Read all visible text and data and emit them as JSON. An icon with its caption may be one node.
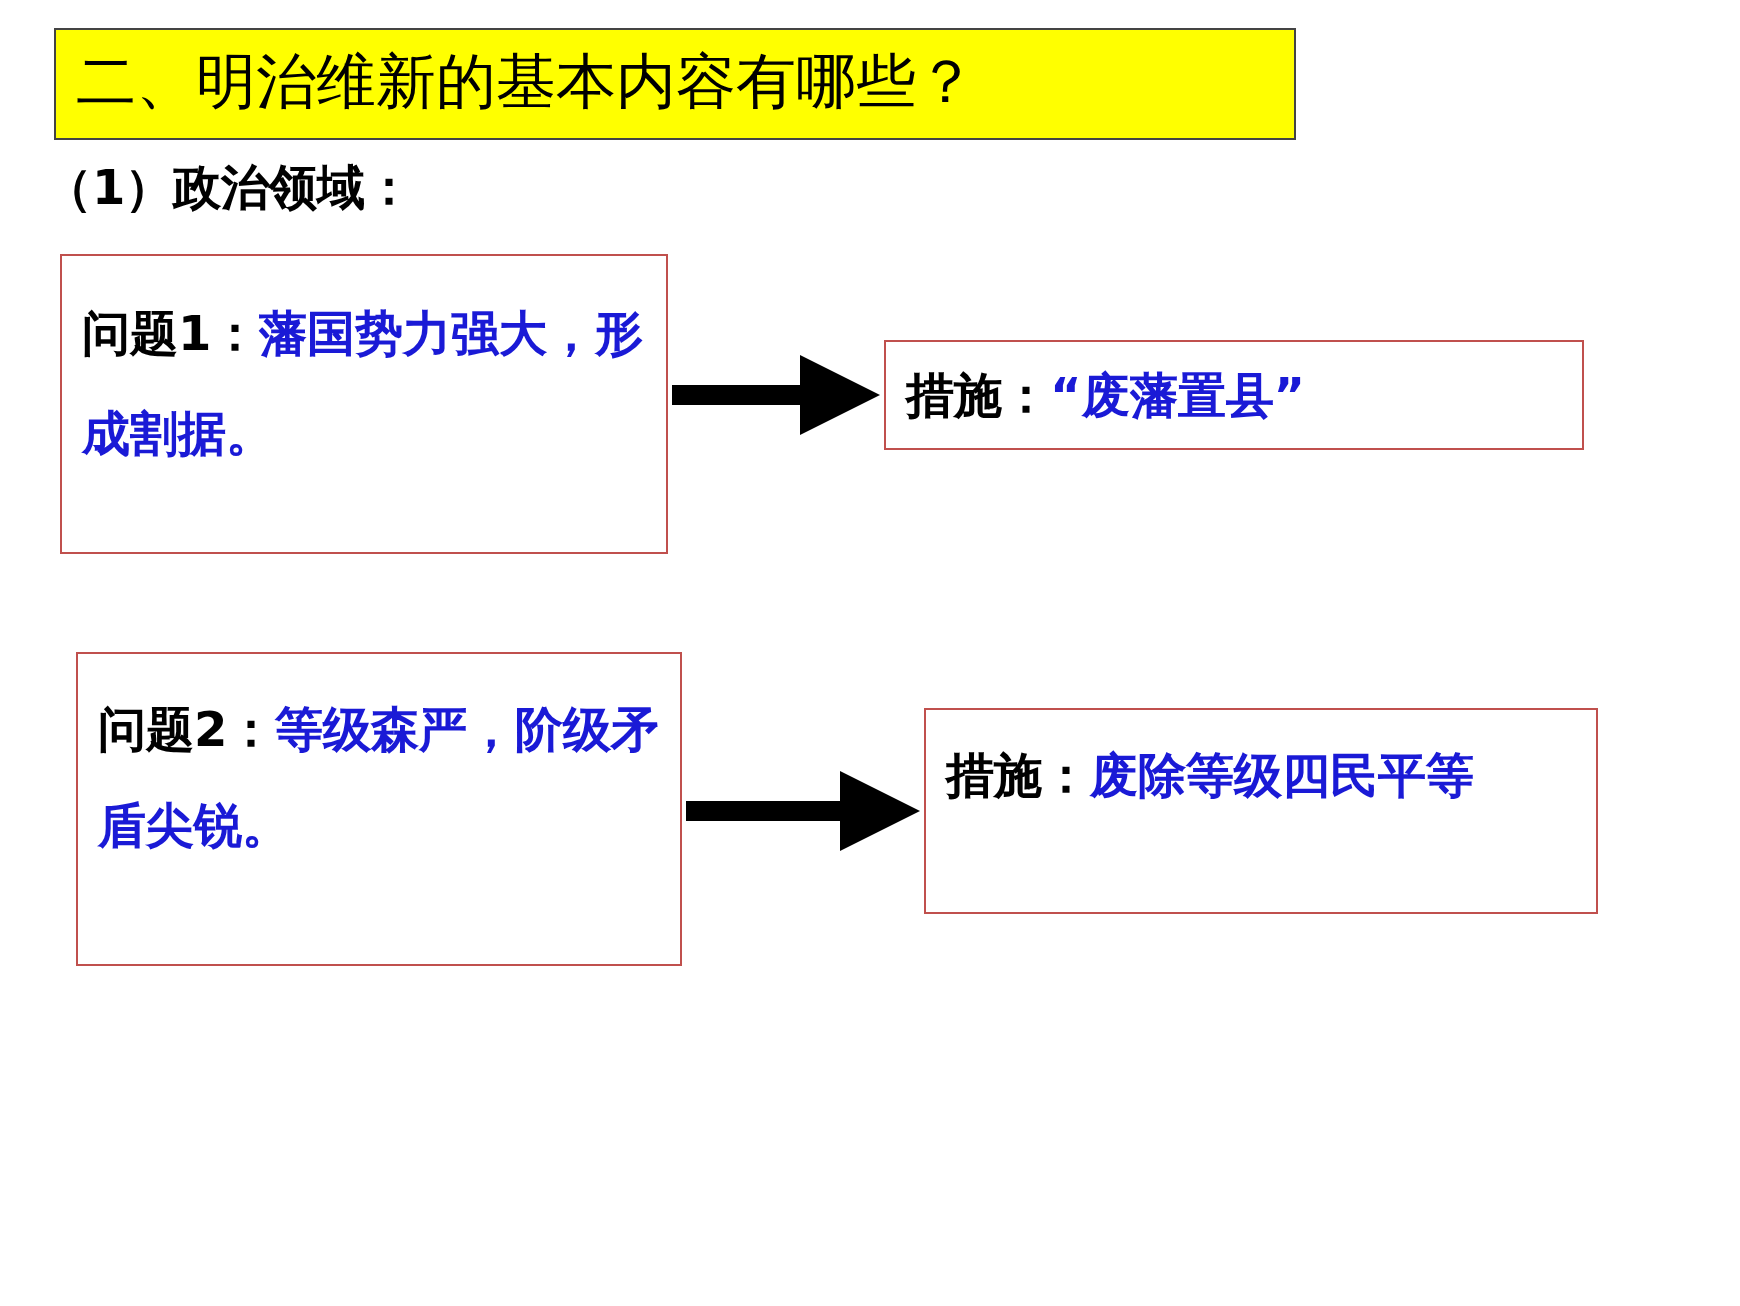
{
  "diagram": {
    "title": "二、明治维新的基本内容有哪些？",
    "nodes": [
      {
        "text": [
          "问题1：",
          "藩国势力强大，形成割据。"
        ]
      },
      {
        "text": [
          "措施：",
          "“废藩置县”"
        ]
      },
      {
        "text": [
          "问题2：",
          "等级森严，阶级矛盾尖锐。"
        ]
      },
      {
        "text": [
          "措施：",
          "废除等级四民平等"
        ]
      }
    ],
    "edges": [
      {
        "from": 0,
        "to": 1,
        "arrow": "to"
      },
      {
        "from": 2,
        "to": 3,
        "arrow": "to"
      }
    ],
    "labels": [
      "（1）政治领域："
    ]
  }
}
